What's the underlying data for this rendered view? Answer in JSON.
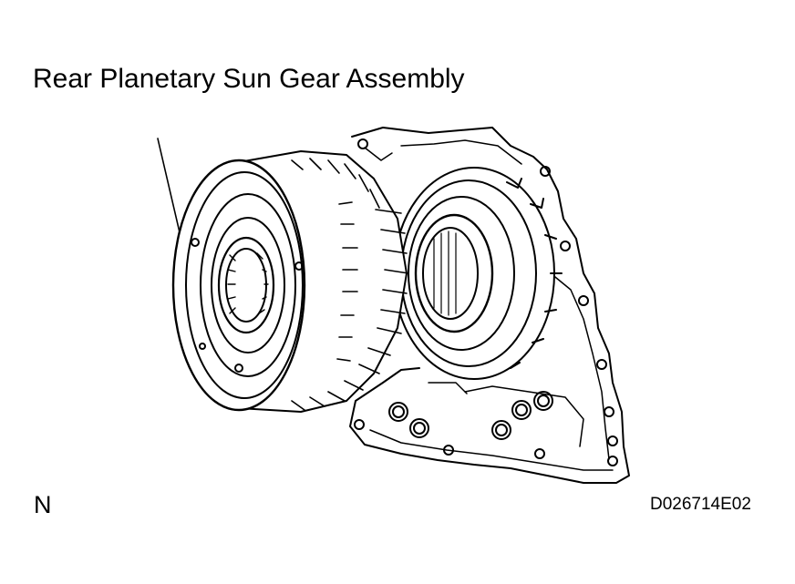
{
  "title": "Rear Planetary Sun Gear Assembly",
  "view_letter": "N",
  "figure_code": "D026714E02",
  "illustration": {
    "icon": "rear-planetary-sun-gear-assembly-icon",
    "line_color": "#000000",
    "background_color": "#ffffff"
  }
}
